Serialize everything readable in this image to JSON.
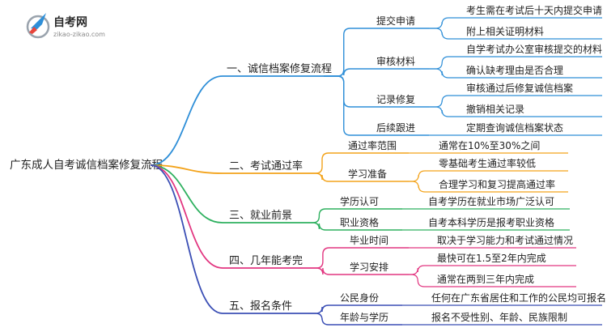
{
  "logo": {
    "name": "自考网",
    "url": "zikao-zikao.com",
    "colors": {
      "blue": "#2f8fd8",
      "red": "#e8453c",
      "gray": "#9aa3ad"
    }
  },
  "root": {
    "label": "广东成人自考诚信档案修复流程"
  },
  "branches": [
    {
      "label": "一、诚信档案修复流程",
      "color": "#2f8fd8",
      "children": [
        {
          "label": "提交申请",
          "children": [
            "考生需在考试后十天内提交申请",
            "附上相关证明材料"
          ]
        },
        {
          "label": "审核材料",
          "children": [
            "自学考试办公室审核提交的材料",
            "确认缺考理由是否合理"
          ]
        },
        {
          "label": "记录修复",
          "children": [
            "审核通过后修复诚信档案",
            "撤销相关记录"
          ]
        },
        {
          "label": "后续跟进",
          "children": [
            "定期查询诚信档案状态"
          ]
        }
      ]
    },
    {
      "label": "二、考试通过率",
      "color": "#f3a31b",
      "children": [
        {
          "label": "通过率范围",
          "children": [
            "通常在10%至30%之间"
          ]
        },
        {
          "label": "学习准备",
          "children": [
            "零基础考生通过率较低",
            "合理学习和复习提高通过率"
          ]
        }
      ]
    },
    {
      "label": "三、就业前景",
      "color": "#2eb05f",
      "children": [
        {
          "label": "学历认可",
          "children": [
            "自考学历在就业市场广泛认可"
          ]
        },
        {
          "label": "职业资格",
          "children": [
            "自考本科学历是报考职业资格"
          ]
        }
      ]
    },
    {
      "label": "四、几年能考完",
      "color": "#e23680",
      "children": [
        {
          "label": "毕业时间",
          "children": [
            "取决于学习能力和考试通过情况"
          ]
        },
        {
          "label": "学习安排",
          "children": [
            "最快可在1.5至2年内完成",
            "通常在两到三年内完成"
          ]
        }
      ]
    },
    {
      "label": "五、报名条件",
      "color": "#3b4fb5",
      "children": [
        {
          "label": "公民身份",
          "children": [
            "任何在广东省居住和工作的公民均可报名"
          ]
        },
        {
          "label": "年龄与学历",
          "children": [
            "报名不受性别、年龄、民族限制"
          ]
        }
      ]
    }
  ]
}
